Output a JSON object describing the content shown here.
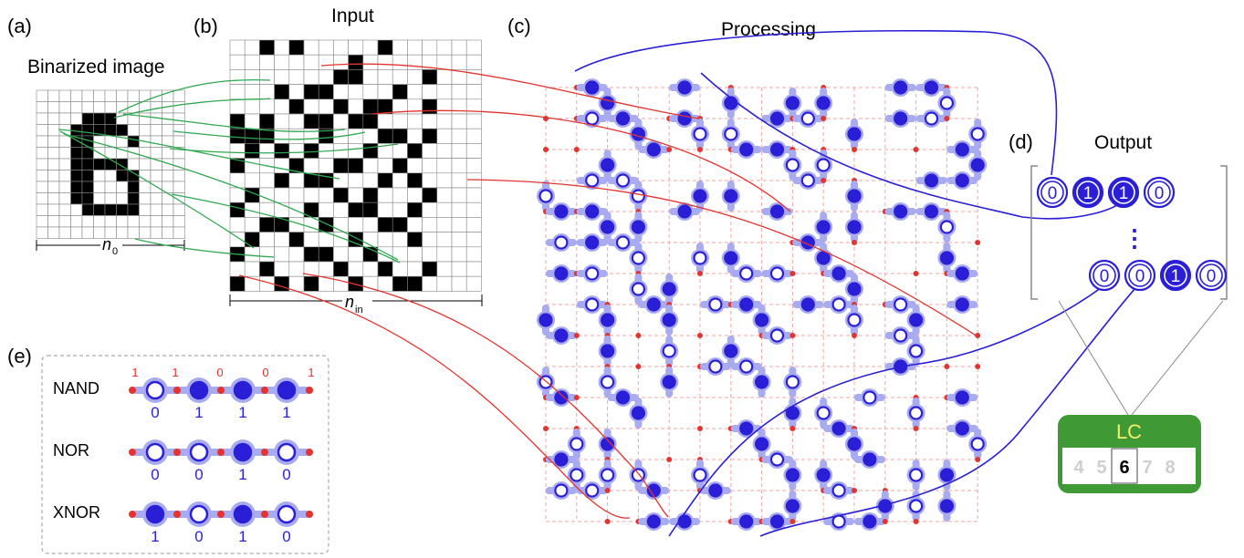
{
  "panels": {
    "a": {
      "tag": "(a)",
      "title": "Binarized image",
      "dim_main": "n",
      "dim_sub": "0"
    },
    "b": {
      "tag": "(b)",
      "title": "Input",
      "dim_main": "n",
      "dim_sub": "in"
    },
    "c": {
      "tag": "(c)",
      "title": "Processing"
    },
    "d": {
      "tag": "(d)",
      "title": "Output",
      "ellipsis": "⋮",
      "words": [
        [
          "0",
          "1",
          "1",
          "0"
        ],
        [
          "0",
          "0",
          "1",
          "0"
        ]
      ]
    },
    "e": {
      "tag": "(e)",
      "inputs": [
        "1",
        "1",
        "0",
        "0",
        "1"
      ],
      "gates": [
        {
          "name": "NAND",
          "outputs": [
            "0",
            "1",
            "1",
            "1"
          ]
        },
        {
          "name": "NOR",
          "outputs": [
            "0",
            "0",
            "1",
            "0"
          ]
        },
        {
          "name": "XNOR",
          "outputs": [
            "1",
            "0",
            "1",
            "0"
          ]
        }
      ]
    }
  },
  "lc": {
    "title": "LC",
    "digits": [
      "4",
      "5",
      "6",
      "7",
      "8"
    ],
    "active_digit": "6"
  },
  "colors": {
    "pixel_on": "#000000",
    "pixel_grid": "#888888",
    "signal_red": "#e3342f",
    "signal_green": "#2fa84f",
    "output_blue": "#2a1fd6",
    "node_halo": "#a9abf0",
    "grid_dash": "#f3a6a6",
    "lc_bg": "#3f9a35",
    "lc_title": "#f3f06a",
    "lc_text": "#cfcfcf"
  },
  "icons": [
    "filled-bit-node-icon",
    "hollow-bit-node-icon",
    "junction-dot-icon"
  ]
}
